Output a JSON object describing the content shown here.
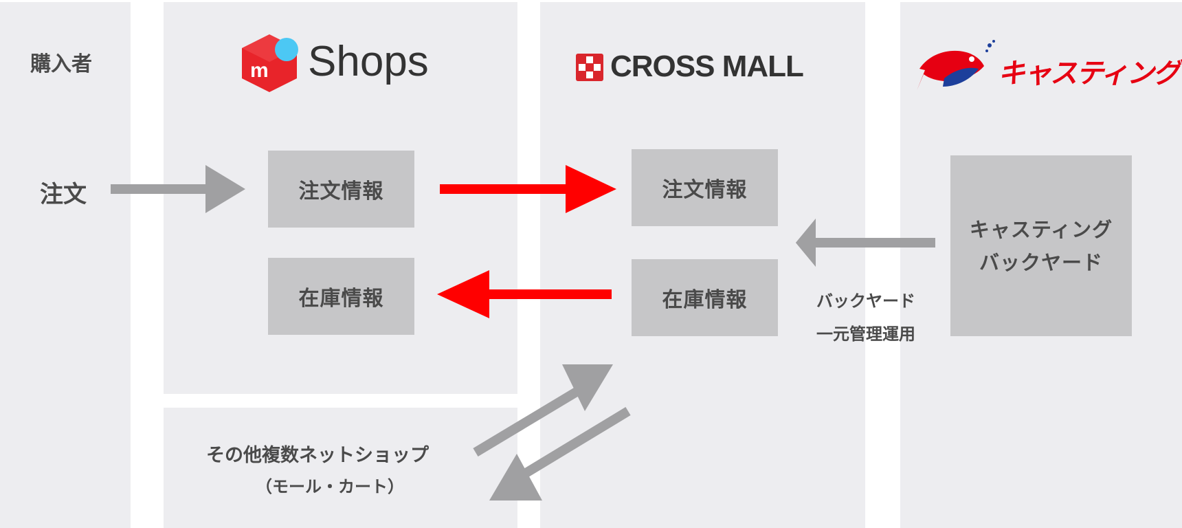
{
  "columns": {
    "buyer": {
      "title": "購入者",
      "action": "注文"
    },
    "shops": {
      "logo_text": "Shops",
      "order_info": "注文情報",
      "stock_info": "在庫情報",
      "other_shops_line1": "その他複数ネットショップ",
      "other_shops_line2": "（モール・カート）"
    },
    "crossmall": {
      "logo_text": "CROSS MALL",
      "order_info": "注文情報",
      "stock_info": "在庫情報"
    },
    "casting": {
      "logo_text": "キャスティング",
      "box_line1": "キャスティング",
      "box_line2": "バックヤード",
      "note_line1": "バックヤード",
      "note_line2": "一元管理運用"
    }
  },
  "colors": {
    "panel": "#ededf0",
    "box": "#c6c6c8",
    "text": "#4a4a4a",
    "arrow_gray": "#a0a0a2",
    "arrow_red": "#ff0000",
    "shops_logo": "#e8242a",
    "shops_dot": "#4cc8f4",
    "crossmall_logo": "#d9262c",
    "casting_red": "#e60012",
    "casting_blue": "#1d3f9b"
  },
  "icons": [
    "mercari-shops-logo-icon",
    "crossmall-logo-icon",
    "casting-fish-logo-icon"
  ]
}
